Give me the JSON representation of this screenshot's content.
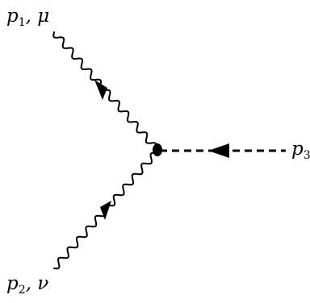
{
  "diagram": {
    "labels": {
      "p1": {
        "symbol": "p",
        "index": "1",
        "suffix": ", μ"
      },
      "p2": {
        "symbol": "p",
        "index": "2",
        "suffix": ", ν"
      },
      "p3": {
        "symbol": "p",
        "index": "3"
      }
    },
    "colors": {
      "ink": "#000000",
      "background": "#ffffff"
    }
  }
}
